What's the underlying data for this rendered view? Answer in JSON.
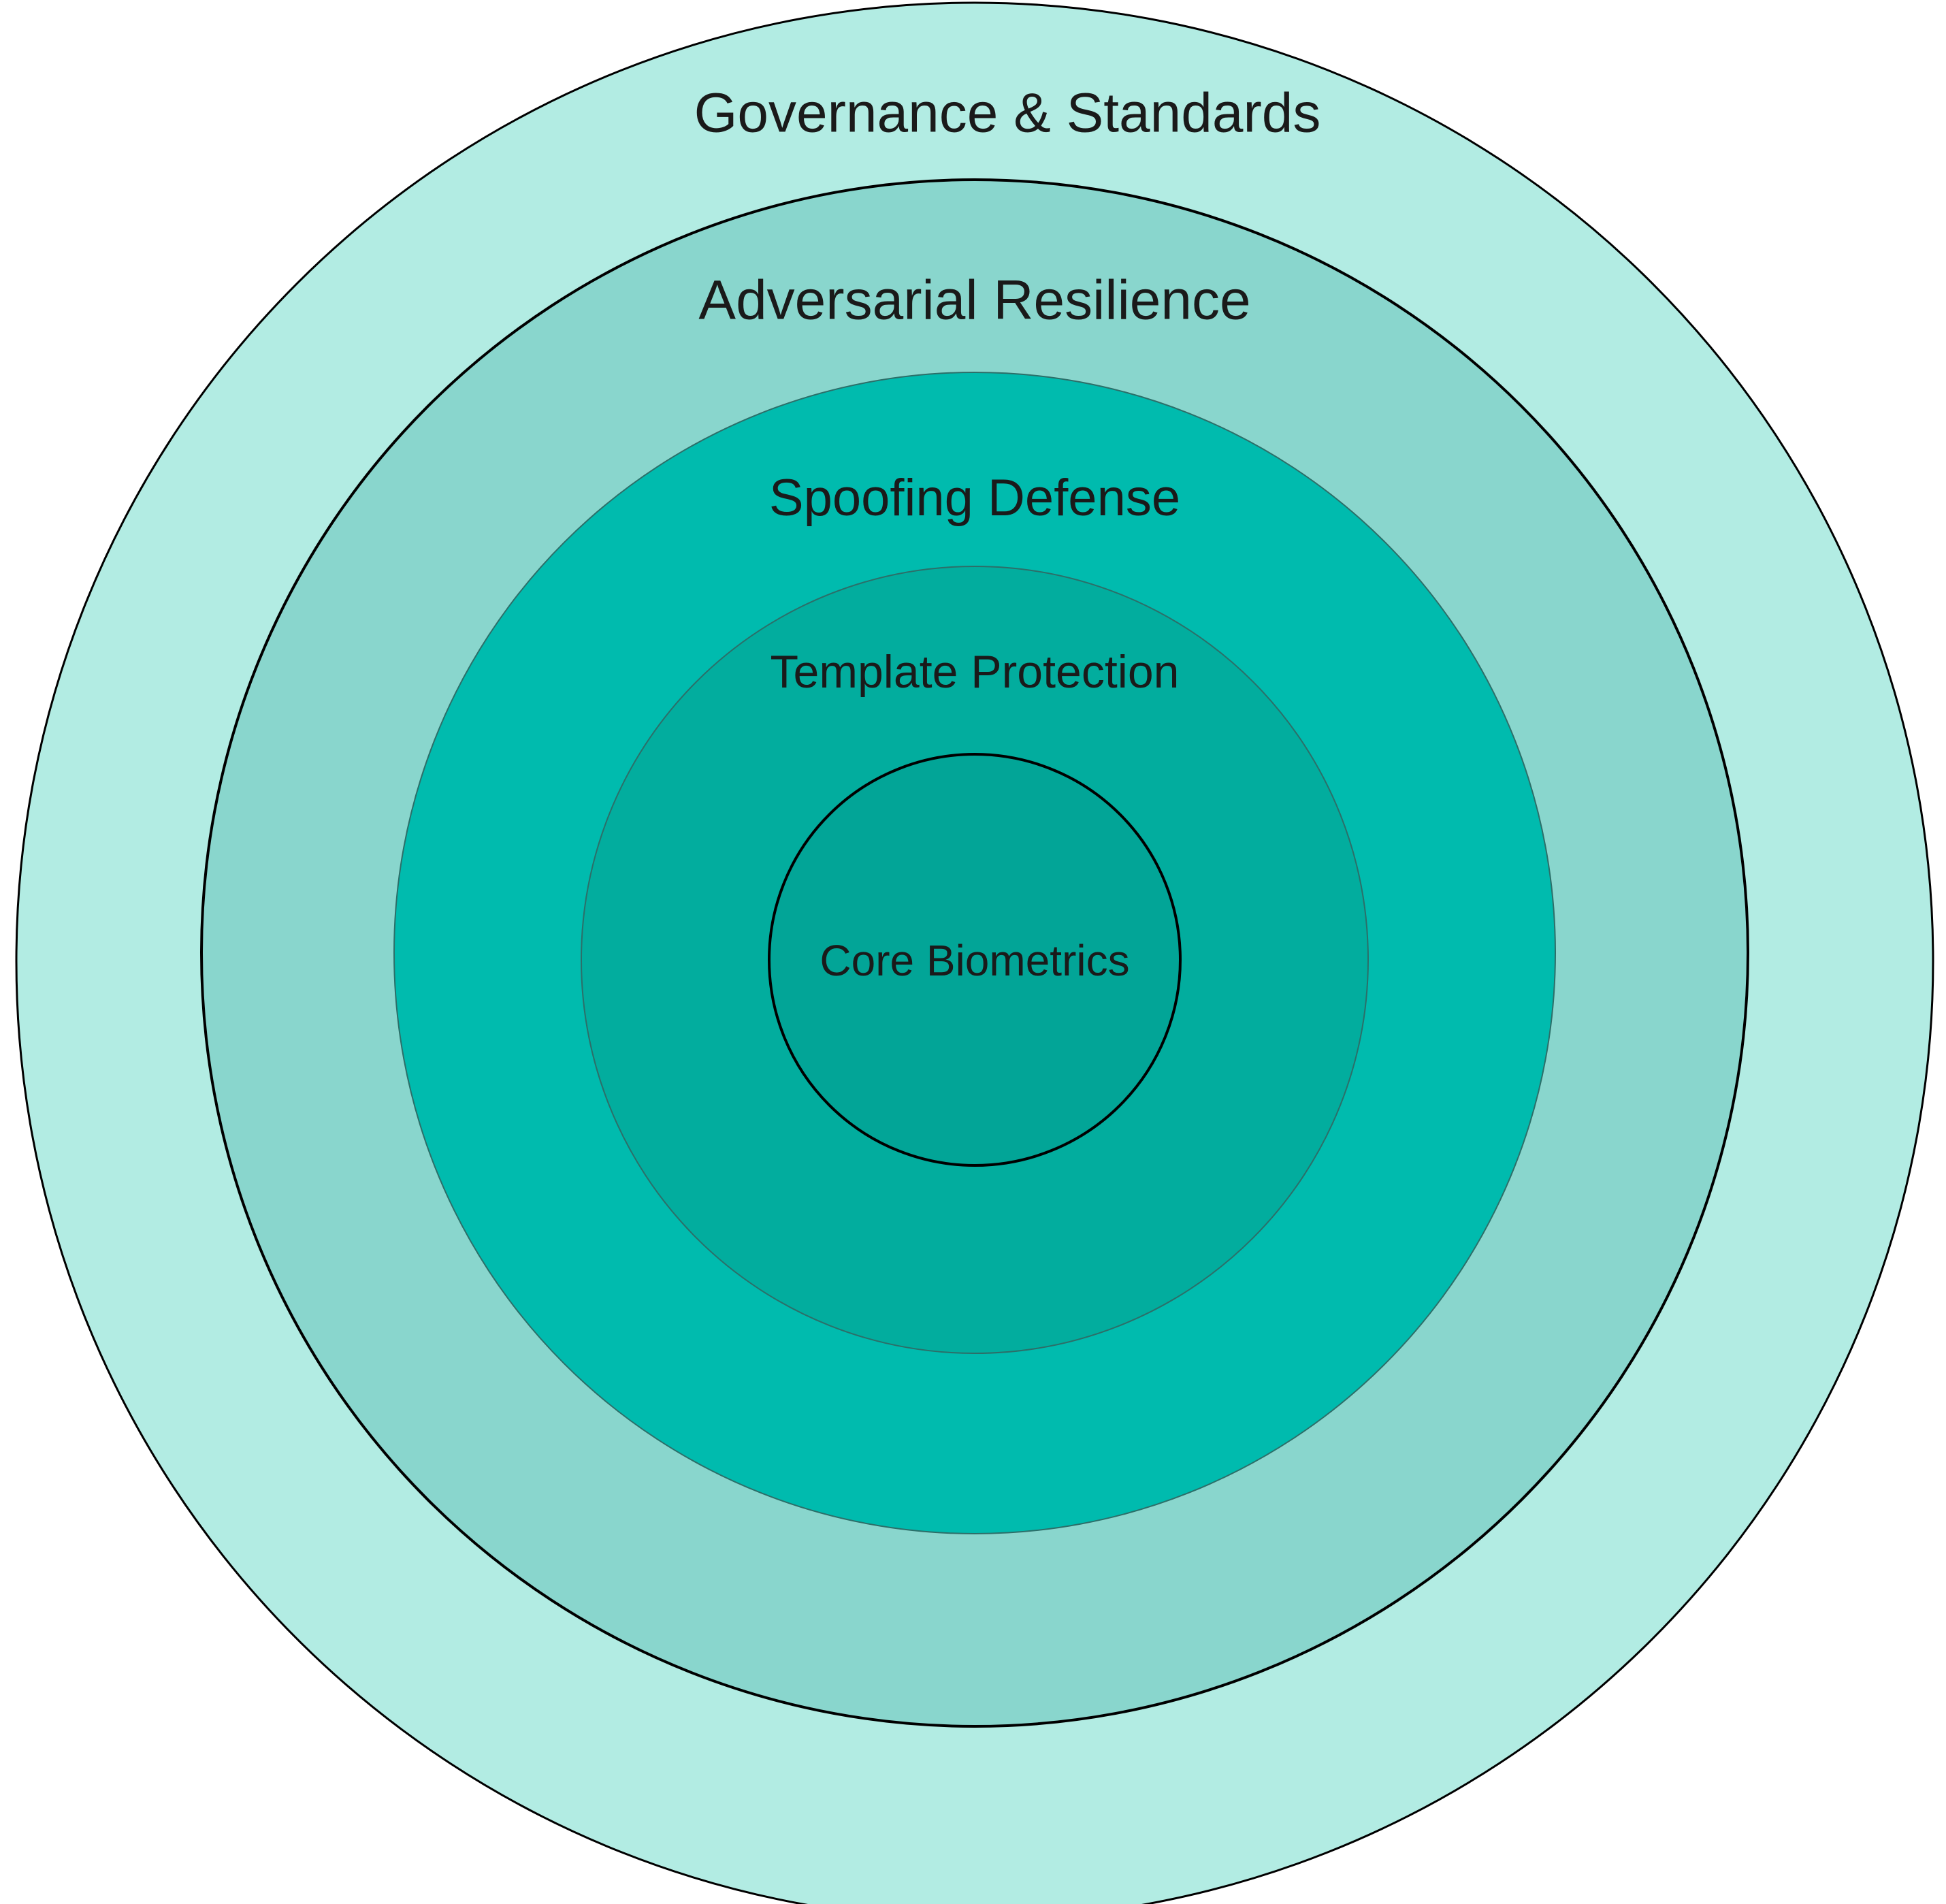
{
  "diagram": {
    "title": "",
    "layers": [
      {
        "id": "governance",
        "label": "Governance & Standards",
        "color": "#b2ece3"
      },
      {
        "id": "adversarial",
        "label": "Adversarial Resilience",
        "color": "#89d6cd"
      },
      {
        "id": "spoofing",
        "label": "Spoofing Defense",
        "color": "#00bbae"
      },
      {
        "id": "template",
        "label": "Template Protection",
        "color": "#02ad9e"
      },
      {
        "id": "core",
        "label": "Core Biometrics",
        "color": "#02a597"
      }
    ]
  }
}
